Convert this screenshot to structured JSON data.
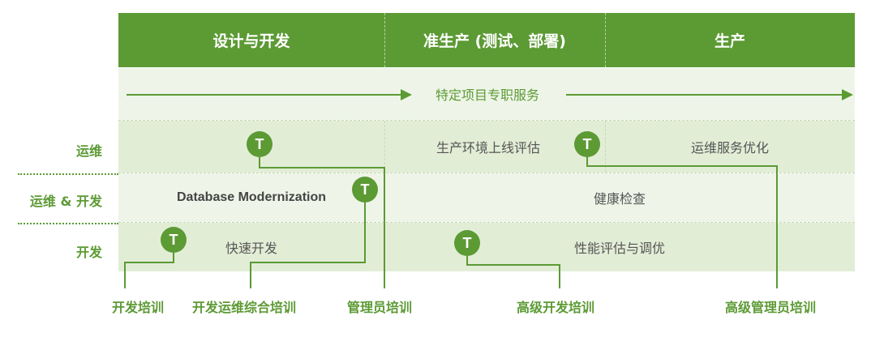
{
  "phases": [
    "设计与开发",
    "准生产 (测试、部署)",
    "生产"
  ],
  "service_banner": "特定项目专职服务",
  "rows": {
    "ops": {
      "label": "运维",
      "cell_mid": "生产环境上线评估",
      "cell_right": "运维服务优化"
    },
    "devops": {
      "label": "运维 & 开发",
      "cell_left": "Database Modernization",
      "cell_right": "健康检查"
    },
    "dev": {
      "label": "开发",
      "cell_left": "快速开发",
      "cell_right": "性能评估与调优"
    }
  },
  "badge_letter": "T",
  "trainings": [
    "开发培训",
    "开发运维综合培训",
    "管理员培训",
    "高级开发培训",
    "高级管理员培训"
  ],
  "colors": {
    "accent": "#5c9a34",
    "band_light": "#eef5e8",
    "band_mid": "#e2edd6"
  }
}
